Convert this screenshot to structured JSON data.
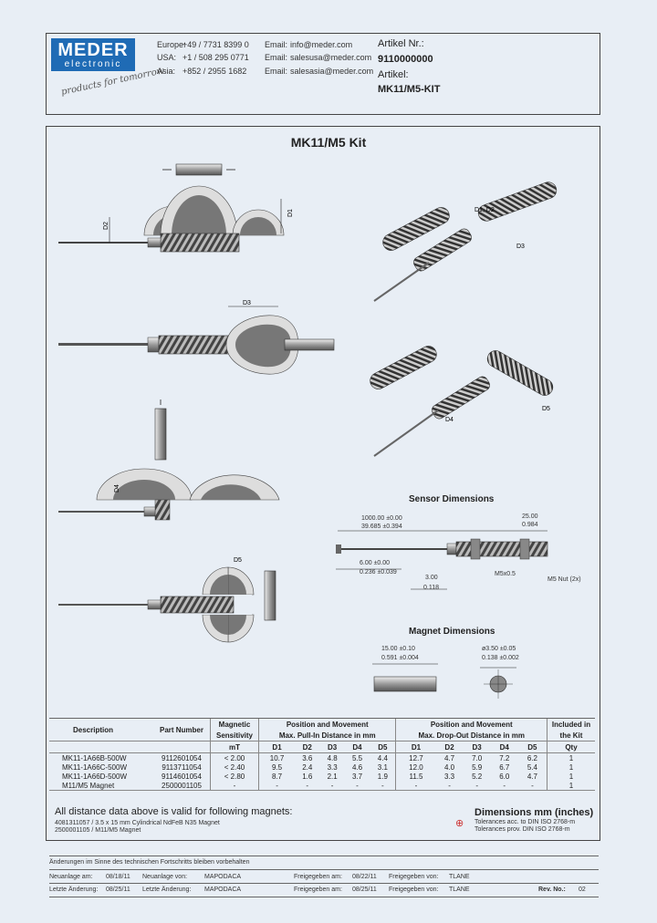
{
  "header": {
    "logo_top": "MEDER",
    "logo_bottom": "electronic",
    "logo_slogan": "products for tomorrow",
    "contacts": [
      {
        "region": "Europe:",
        "phone": "+49 / 7731 8399 0",
        "email_label": "Email:",
        "email": "info@meder.com"
      },
      {
        "region": "USA:",
        "phone": "+1 / 508 295 0771",
        "email_label": "Email:",
        "email": "salesusa@meder.com"
      },
      {
        "region": "Asia:",
        "phone": "+852 / 2955 1682",
        "email_label": "Email:",
        "email": "salesasia@meder.com"
      }
    ],
    "artikel_nr_label": "Artikel Nr.:",
    "artikel_nr_value": "9110000000",
    "artikel_label": "Artikel:",
    "artikel_value": "MK11/M5-KIT"
  },
  "drawing": {
    "title": "MK11/M5 Kit",
    "labels": {
      "d1": "D1",
      "d2": "D2",
      "d3": "D3",
      "d4": "D4",
      "d5": "D5",
      "d1d2": "D1, D2"
    },
    "sensor_title": "Sensor Dimensions",
    "sensor_dims": {
      "len1": "1000.00 ±0.00",
      "len1_in": "39.685 ±0.394",
      "len2": "25.00",
      "len2_in": "0.984",
      "cable": "6.00 ±0.00",
      "cable_in": "0.236 ±0.039",
      "thread": "M5x0.5",
      "nut": "M5 Nut (2x)",
      "d3": "3.00",
      "d3_in": "0.118"
    },
    "magnet_title": "Magnet Dimensions",
    "magnet_dims": {
      "length": "15.00 ±0.10",
      "length_in": "0.591 ±0.004",
      "dia": "ø3.50 ±0.05",
      "dia_in": "0.138 ±0.002"
    }
  },
  "table": {
    "headers": {
      "description": "Description",
      "part_number": "Part Number",
      "magnetic": "Magnetic",
      "sensitivity": "Sensitivity",
      "unit": "mT",
      "pull_in_1": "Position and Movement",
      "pull_in_2": "Max. Pull-In Distance in mm",
      "drop_out_1": "Position and Movement",
      "drop_out_2": "Max. Drop-Out Distance in mm",
      "included_1": "Included in",
      "included_2": "the Kit",
      "qty": "Qty",
      "cols": [
        "D1",
        "D2",
        "D3",
        "D4",
        "D5"
      ]
    },
    "rows": [
      {
        "desc": "MK11-1A66B-500W",
        "part": "9112601054",
        "sens": "< 2.00",
        "pull": [
          "10.7",
          "3.6",
          "4.8",
          "5.5",
          "4.4"
        ],
        "drop": [
          "12.7",
          "4.7",
          "7.0",
          "7.2",
          "6.2"
        ],
        "qty": "1"
      },
      {
        "desc": "MK11-1A66C-500W",
        "part": "9113711054",
        "sens": "< 2.40",
        "pull": [
          "9.5",
          "2.4",
          "3.3",
          "4.6",
          "3.1"
        ],
        "drop": [
          "12.0",
          "4.0",
          "5.9",
          "6.7",
          "5.4"
        ],
        "qty": "1"
      },
      {
        "desc": "MK11-1A66D-500W",
        "part": "9114601054",
        "sens": "< 2.80",
        "pull": [
          "8.7",
          "1.6",
          "2.1",
          "3.7",
          "1.9"
        ],
        "drop": [
          "11.5",
          "3.3",
          "5.2",
          "6.0",
          "4.7"
        ],
        "qty": "1"
      },
      {
        "desc": "M11/M5 Magnet",
        "part": "2500001105",
        "sens": "-",
        "pull": [
          "-",
          "-",
          "-",
          "-",
          "-"
        ],
        "drop": [
          "-",
          "-",
          "-",
          "-",
          "-"
        ],
        "qty": "1"
      }
    ],
    "note_title": "All distance data above is valid for following magnets:",
    "note_line1": "4081311057 / 3.5 x 15 mm Cylindrical NdFeB N35 Magnet",
    "note_line2": "2500001105 / M11/M5 Magnet",
    "dims_title": "Dimensions mm (inches)",
    "tol_line1": "Tolerances acc. to DIN ISO 2768-m",
    "tol_line2": "Tolerances prov. DIN ISO 2768-m"
  },
  "footer": {
    "notice": "Änderungen im Sinne des technischen Fortschritts bleiben vorbehalten",
    "r1": {
      "a_label": "Neuanlage am:",
      "a_val": "08/18/11",
      "b_label": "Neuanlage von:",
      "b_val": "MAPODACA",
      "c_label": "Freigegeben am:",
      "c_val": "08/22/11",
      "d_label": "Freigegeben von:",
      "d_val": "TLANE"
    },
    "r2": {
      "a_label": "Letzte Änderung:",
      "a_val": "08/25/11",
      "b_label": "Letzte Änderung:",
      "b_val": "MAPODACA",
      "c_label": "Freigegeben am:",
      "c_val": "08/25/11",
      "d_label": "Freigegeben von:",
      "d_val": "TLANE",
      "rev_label": "Rev. No.:",
      "rev_val": "02"
    }
  }
}
